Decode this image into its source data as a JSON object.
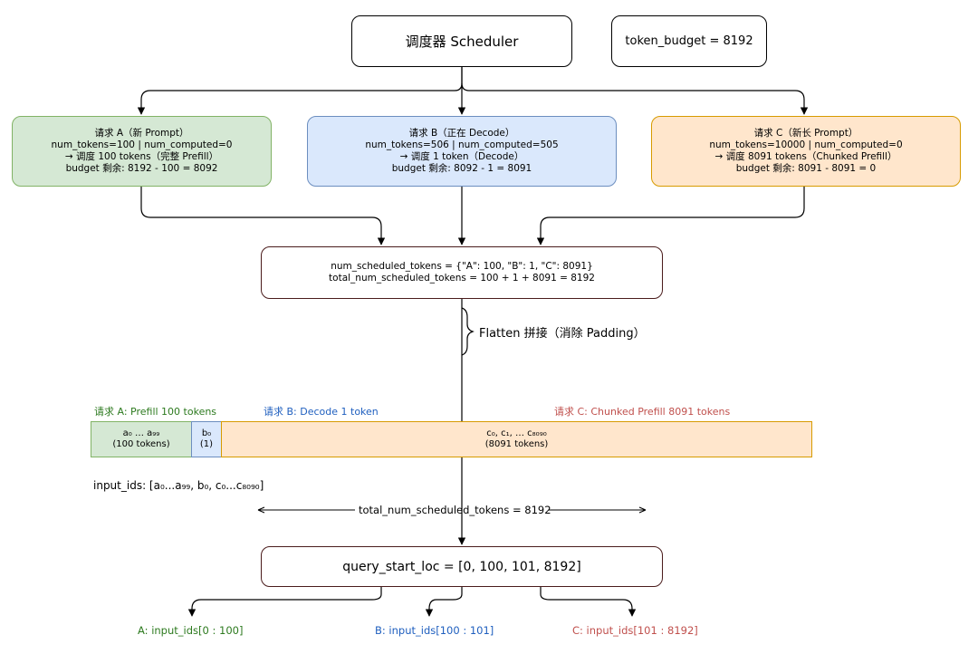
{
  "colors": {
    "green_fill": "#d5e8d4",
    "green_border": "#82b366",
    "green_text": "#2d7a1f",
    "blue_fill": "#dae8fc",
    "blue_border": "#6c8ebf",
    "blue_text": "#1f5fbf",
    "orange_fill": "#ffe6cc",
    "orange_border": "#d79b00",
    "orange_text": "#c0504d",
    "dark_border": "#4a1c1c"
  },
  "scheduler": {
    "label": "调度器 Scheduler"
  },
  "budget": {
    "label": "token_budget = 8192"
  },
  "requests": [
    {
      "title": "请求 A（新 Prompt）",
      "tokens": "num_tokens=100 | num_computed=0",
      "action": "→ 调度 100 tokens（完整 Prefill）",
      "budget": "budget 剩余: 8192 - 100 = 8092"
    },
    {
      "title": "请求 B（正在 Decode）",
      "tokens": "num_tokens=506 | num_computed=505",
      "action": "→ 调度 1 token（Decode）",
      "budget": "budget 剩余: 8092 - 1 = 8091"
    },
    {
      "title": "请求 C（新长 Prompt）",
      "tokens": "num_tokens=10000 | num_computed=0",
      "action": "→ 调度 8091 tokens（Chunked Prefill）",
      "budget": "budget 剩余: 8091 - 8091 = 0"
    }
  ],
  "summary": {
    "line1": "num_scheduled_tokens = {\"A\": 100, \"B\": 1, \"C\": 8091}",
    "line2": "total_num_scheduled_tokens = 100 + 1 + 8091 = 8192"
  },
  "flatten": {
    "label": "Flatten 拼接（消除 Padding）"
  },
  "segment_labels": {
    "a": "请求 A: Prefill 100 tokens",
    "b": "请求 B: Decode 1 token",
    "c": "请求 C: Chunked Prefill 8091 tokens"
  },
  "segments": {
    "a_range": "a₀ … a₉₉",
    "a_count": "(100 tokens)",
    "b_range": "b₀",
    "b_count": "(1)",
    "c_range": "c₀, c₁, … c₈₀₉₀",
    "c_count": "(8091 tokens)"
  },
  "input_ids": {
    "label": "input_ids: [a₀...a₉₉, b₀, c₀...c₈₀₉₀]"
  },
  "total": {
    "label": "total_num_scheduled_tokens = 8192"
  },
  "query": {
    "label": "query_start_loc = [0, 100, 101, 8192]"
  },
  "outputs": {
    "a": "A: input_ids[0 : 100]",
    "b": "B: input_ids[100 : 101]",
    "c": "C: input_ids[101 : 8192]"
  }
}
